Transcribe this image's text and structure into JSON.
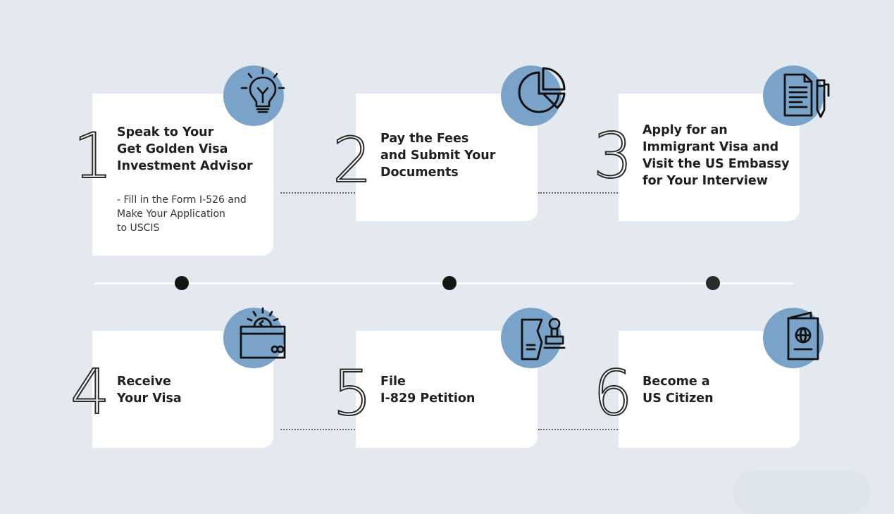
{
  "colors": {
    "background": "#e3e9ef",
    "card": "#ffffff",
    "accent_circle": "#7aa3c9",
    "text": "#1f1f1f",
    "timeline_dot": "#1b1b1b"
  },
  "steps": [
    {
      "number": "1",
      "title": "Speak to Your\nGet Golden Visa\nInvestment Advisor",
      "description": "- Fill in the Form I-526 and\nMake Your Application\nto USCIS",
      "icon": "lightbulb-icon"
    },
    {
      "number": "2",
      "title": "Pay the Fees\nand Submit Your\nDocuments",
      "icon": "pie-chart-icon"
    },
    {
      "number": "3",
      "title": "Apply for an\nImmigrant Visa and\nVisit the US Embassy\nfor Your Interview",
      "icon": "document-pen-icon"
    },
    {
      "number": "4",
      "title": "Receive\nYour Visa",
      "icon": "card-clock-icon"
    },
    {
      "number": "5",
      "title": "File\nI-829 Petition",
      "icon": "stamp-icon"
    },
    {
      "number": "6",
      "title": "Become a\nUS Citizen",
      "icon": "passport-icon"
    }
  ]
}
